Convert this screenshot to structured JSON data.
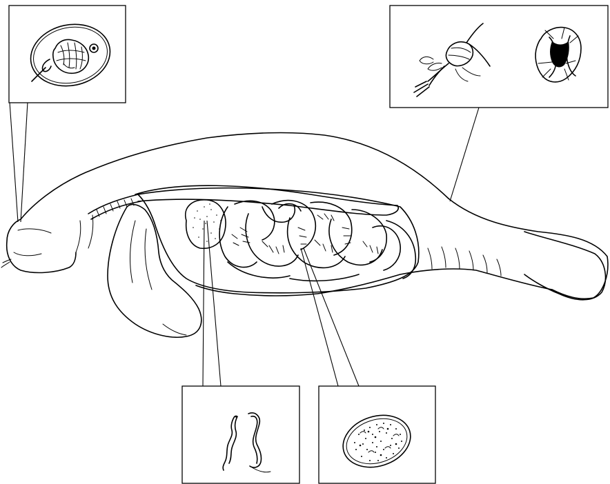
{
  "figure": {
    "type": "illustration",
    "colors": {
      "ink": "#000000",
      "background": "#ffffff"
    }
  },
  "insets": [
    {
      "name": "inset-top-left",
      "content": "trematode-egg-with-miracidium"
    },
    {
      "name": "inset-top-right",
      "content": "copepod-and-scale"
    },
    {
      "name": "inset-bottom-center",
      "content": "nematode-larva"
    },
    {
      "name": "inset-bottom-right",
      "content": "oval-egg"
    }
  ]
}
